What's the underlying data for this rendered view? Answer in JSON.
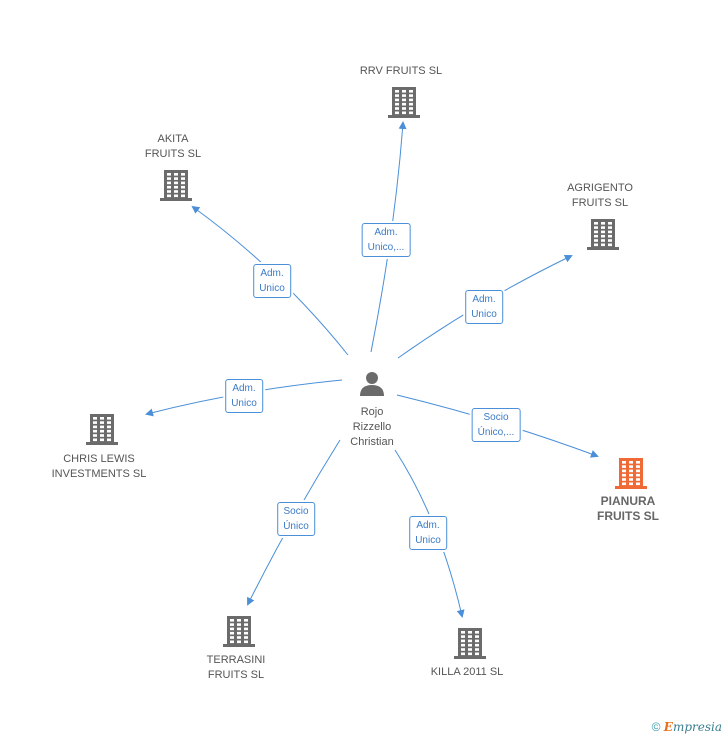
{
  "center": {
    "name": "Rojo\nRizzello\nChristian",
    "icon": "person-icon"
  },
  "companies": [
    {
      "id": "rrv",
      "name": "RRV FRUITS  SL",
      "icon": "building-icon",
      "color": "#6b6b6b"
    },
    {
      "id": "akita",
      "name": "AKITA\nFRUITS SL",
      "icon": "building-icon",
      "color": "#6b6b6b"
    },
    {
      "id": "agrigento",
      "name": "AGRIGENTO\nFRUITS  SL",
      "icon": "building-icon",
      "color": "#6b6b6b"
    },
    {
      "id": "chris",
      "name": "CHRIS LEWIS\nINVESTMENTS SL",
      "icon": "building-icon",
      "color": "#6b6b6b"
    },
    {
      "id": "pianura",
      "name": "PIANURA\nFRUITS  SL",
      "icon": "building-icon",
      "color": "#f06a35",
      "highlight": true
    },
    {
      "id": "terrasini",
      "name": "TERRASINI\nFRUITS SL",
      "icon": "building-icon",
      "color": "#6b6b6b"
    },
    {
      "id": "killa",
      "name": "KILLA 2011 SL",
      "icon": "building-icon",
      "color": "#6b6b6b"
    }
  ],
  "relations": [
    {
      "to": "rrv",
      "label": "Adm.\nUnico,..."
    },
    {
      "to": "akita",
      "label": "Adm.\nUnico"
    },
    {
      "to": "agrigento",
      "label": "Adm.\nUnico"
    },
    {
      "to": "chris",
      "label": "Adm.\nUnico"
    },
    {
      "to": "pianura",
      "label": "Socio\nÚnico,..."
    },
    {
      "to": "terrasini",
      "label": "Socio\nÚnico"
    },
    {
      "to": "killa",
      "label": "Adm.\nUnico"
    }
  ],
  "colors": {
    "edge": "#4a8fd8",
    "node": "#6b6b6b",
    "highlight": "#f06a35"
  },
  "footer": {
    "copyright": "©",
    "brand_first": "E",
    "brand_rest": "mpresia"
  }
}
